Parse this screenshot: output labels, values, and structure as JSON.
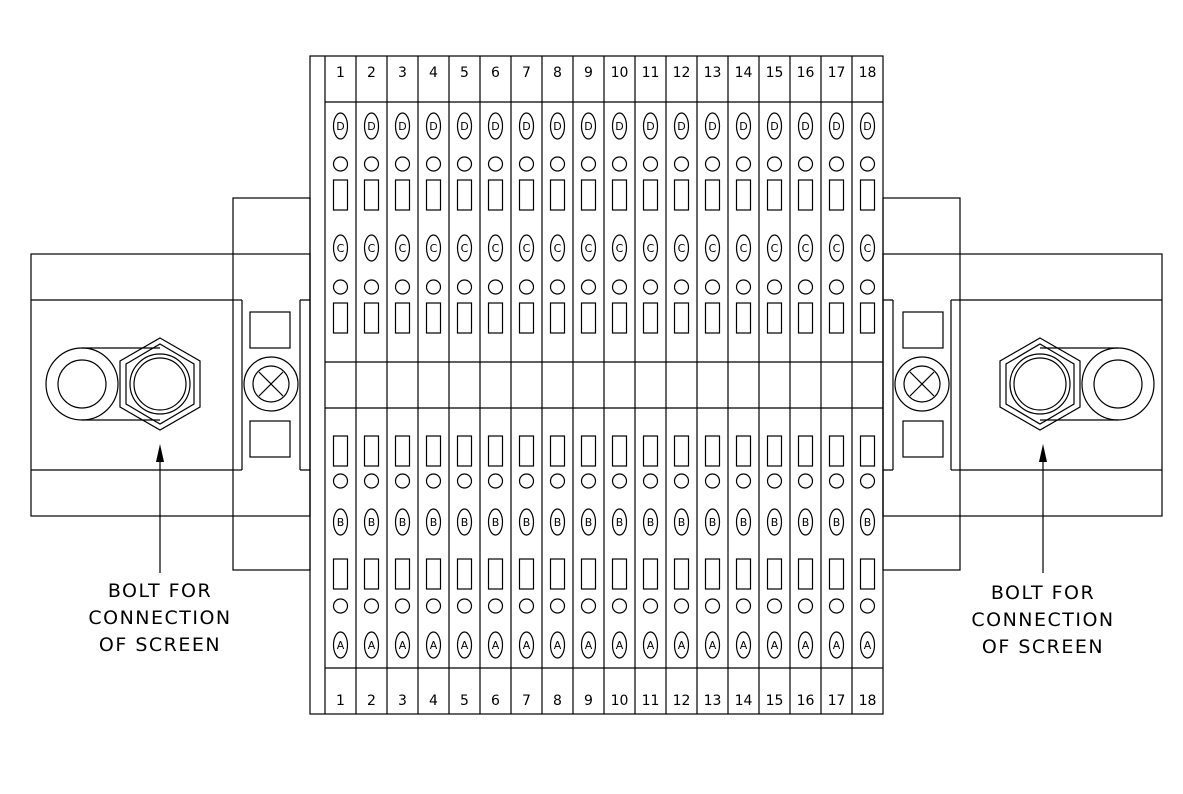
{
  "terminal_numbers": [
    "1",
    "2",
    "3",
    "4",
    "5",
    "6",
    "7",
    "8",
    "9",
    "10",
    "11",
    "12",
    "13",
    "14",
    "15",
    "16",
    "17",
    "18"
  ],
  "row_letters": {
    "d": "D",
    "c": "C",
    "b": "B",
    "a": "A"
  },
  "bolt_label": {
    "line1": "BOLT FOR",
    "line2": "CONNECTION",
    "line3": "OF SCREEN"
  }
}
